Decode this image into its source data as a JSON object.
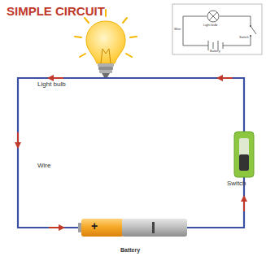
{
  "diagram": {
    "title": "SIMPLE CIRCUIT",
    "labels": [
      "Light bulb",
      "Wire",
      "Switch",
      "Battery",
      "+",
      "Light bulb",
      "Wire",
      "Switch",
      "Battery"
    ]
  }
}
